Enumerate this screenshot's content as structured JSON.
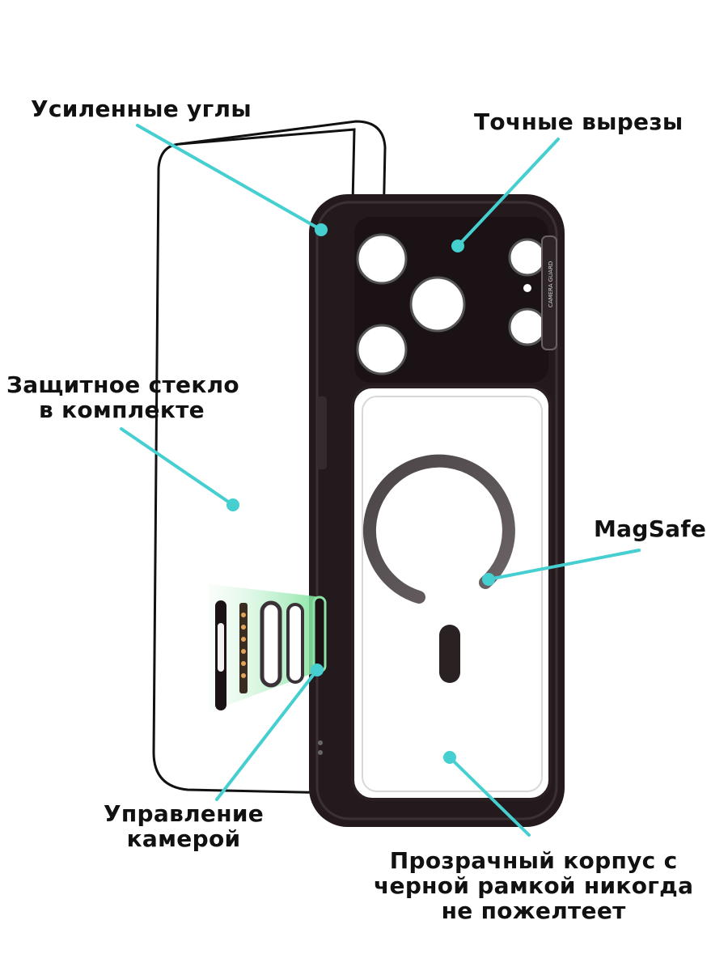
{
  "labels": {
    "reinforced_corners": "Усиленные углы",
    "precise_cutouts": "Точные вырезы",
    "screen_protector": [
      "Защитное стекло",
      "в комплекте"
    ],
    "magsafe": "MagSafe",
    "camera_control": [
      "Управление",
      "камерой"
    ],
    "transparent_body": [
      "Прозрачный корпус с",
      "черной рамкой никогда",
      "не пожелтеет"
    ]
  },
  "camera_guard_text": "CAMERA GUARD",
  "colors": {
    "accent": "#45cfd0",
    "frame": "#231a1c",
    "text": "#111111",
    "highlight_green": "#9ee6b4"
  }
}
